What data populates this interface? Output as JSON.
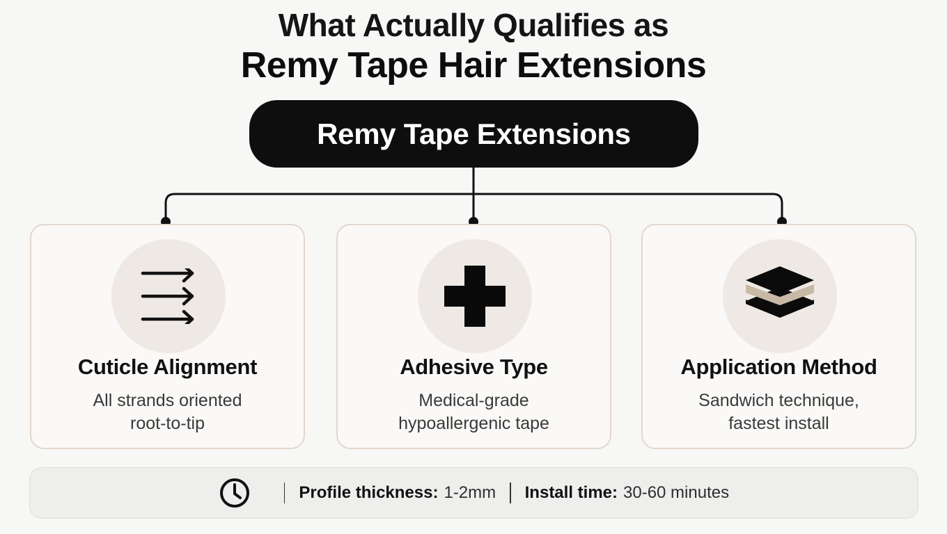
{
  "title": {
    "line1": "What Actually Qualifies as",
    "line2": "Remy Tape Hair Extensions"
  },
  "root": {
    "label": "Remy Tape Extensions"
  },
  "cards": [
    {
      "title": "Cuticle Alignment",
      "desc_line1": "All strands oriented",
      "desc_line2": "root-to-tip",
      "icon": "triple-arrow-right-icon"
    },
    {
      "title": "Adhesive Type",
      "desc_line1": "Medical-grade",
      "desc_line2": "hypoallergenic tape",
      "icon": "medical-cross-icon"
    },
    {
      "title": "Application Method",
      "desc_line1": "Sandwich technique,",
      "desc_line2": "fastest install",
      "icon": "layers-stack-icon"
    }
  ],
  "footer": {
    "icon": "clock-icon",
    "thickness_label": "Profile thickness:",
    "thickness_value": "1-2mm",
    "install_label": "Install time:",
    "install_value": "30-60 minutes"
  },
  "colors": {
    "background": "#f7f7f6",
    "root_pill": "#0e0e0e",
    "card_border": "#e3d7cd",
    "icon_circle": "#eee9e4",
    "layer_beige": "#c8b8a6",
    "footer_bg": "#eeeeed"
  }
}
